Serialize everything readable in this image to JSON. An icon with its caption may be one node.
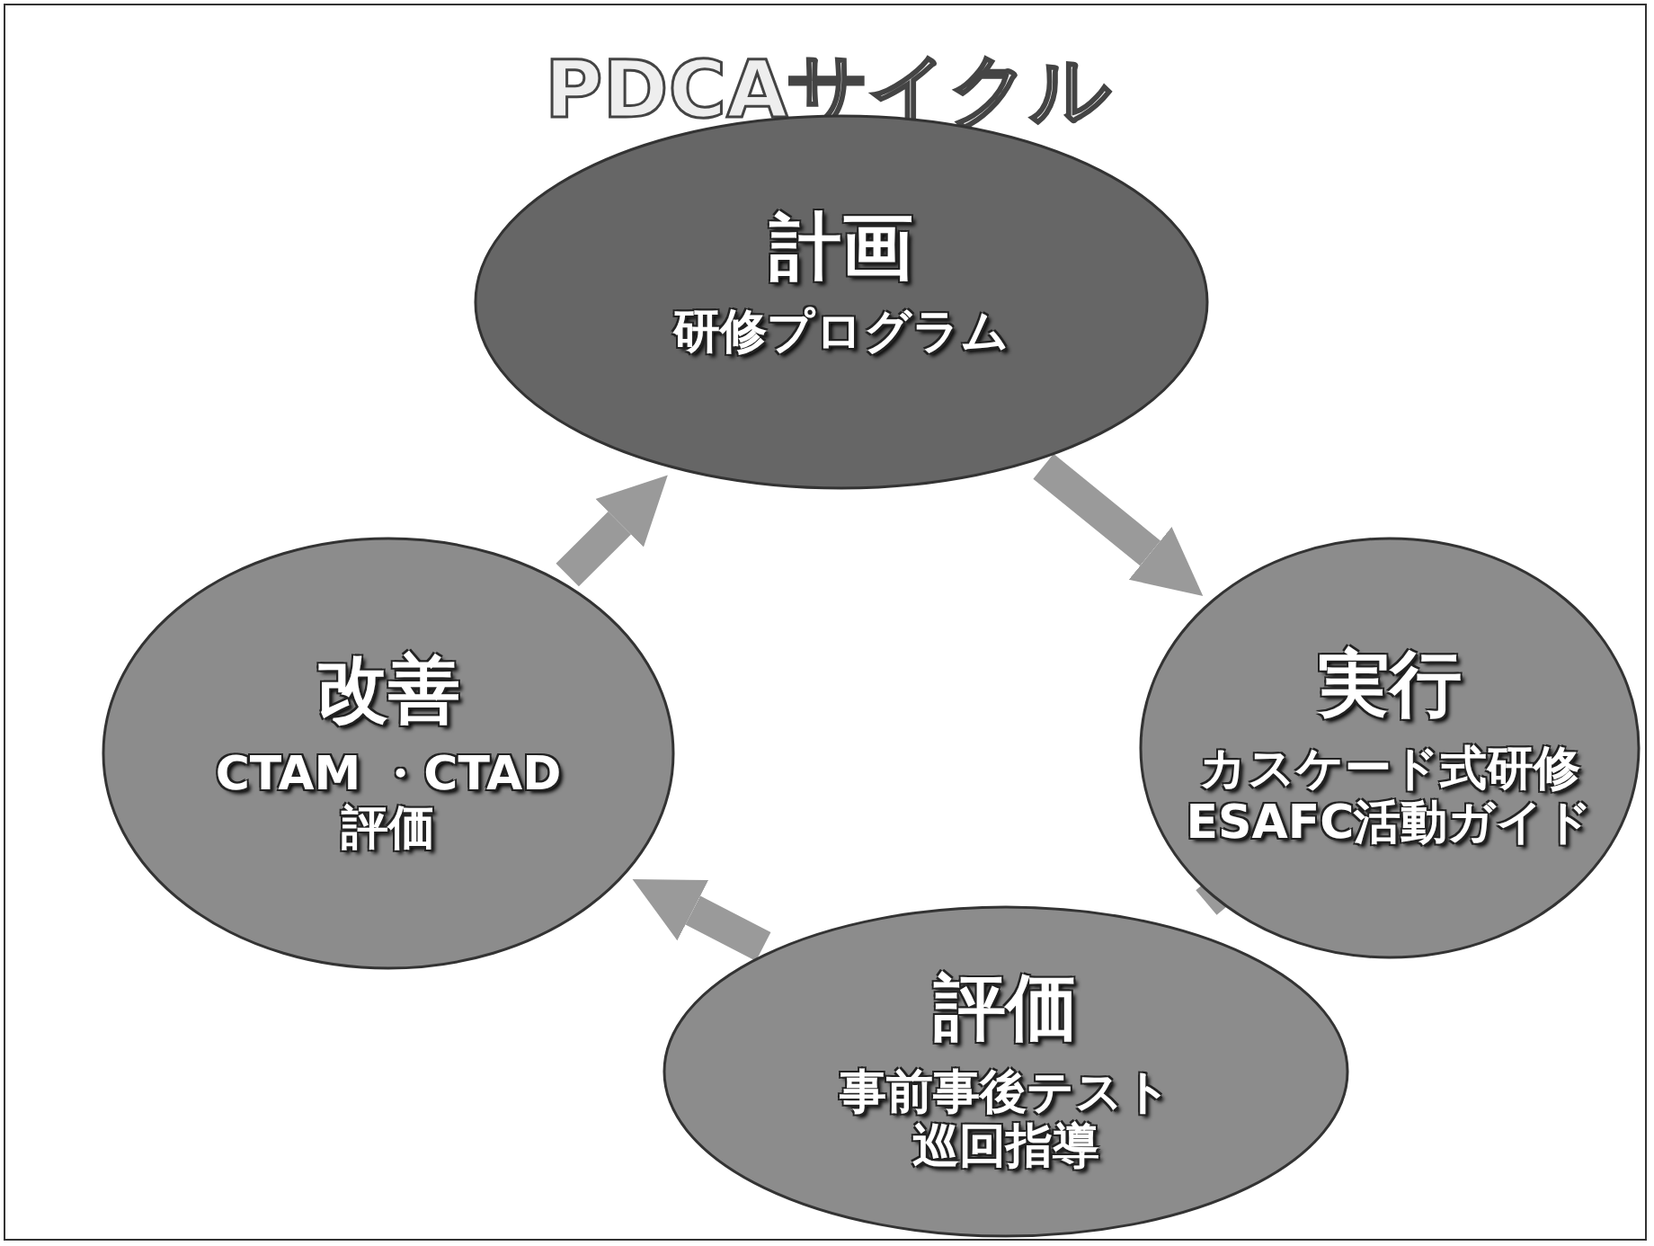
{
  "diagram": {
    "title": "PDCAサイクル",
    "nodes": [
      {
        "text": [
          "計画",
          "研修プログラム"
        ]
      },
      {
        "text": [
          "実行",
          "カスケード式研修",
          "ESAFC活動ガイド"
        ]
      },
      {
        "text": [
          "評価",
          "事前事後テスト",
          "巡回指導"
        ]
      },
      {
        "text": [
          "改善",
          "CTAM ・CTAD",
          "評価"
        ]
      }
    ],
    "edges": [
      {
        "from": 0,
        "to": 1,
        "arrow": "to"
      },
      {
        "from": 1,
        "to": 2,
        "arrow": "to"
      },
      {
        "from": 2,
        "to": 3,
        "arrow": "to"
      },
      {
        "from": 3,
        "to": 0,
        "arrow": "to"
      }
    ]
  }
}
